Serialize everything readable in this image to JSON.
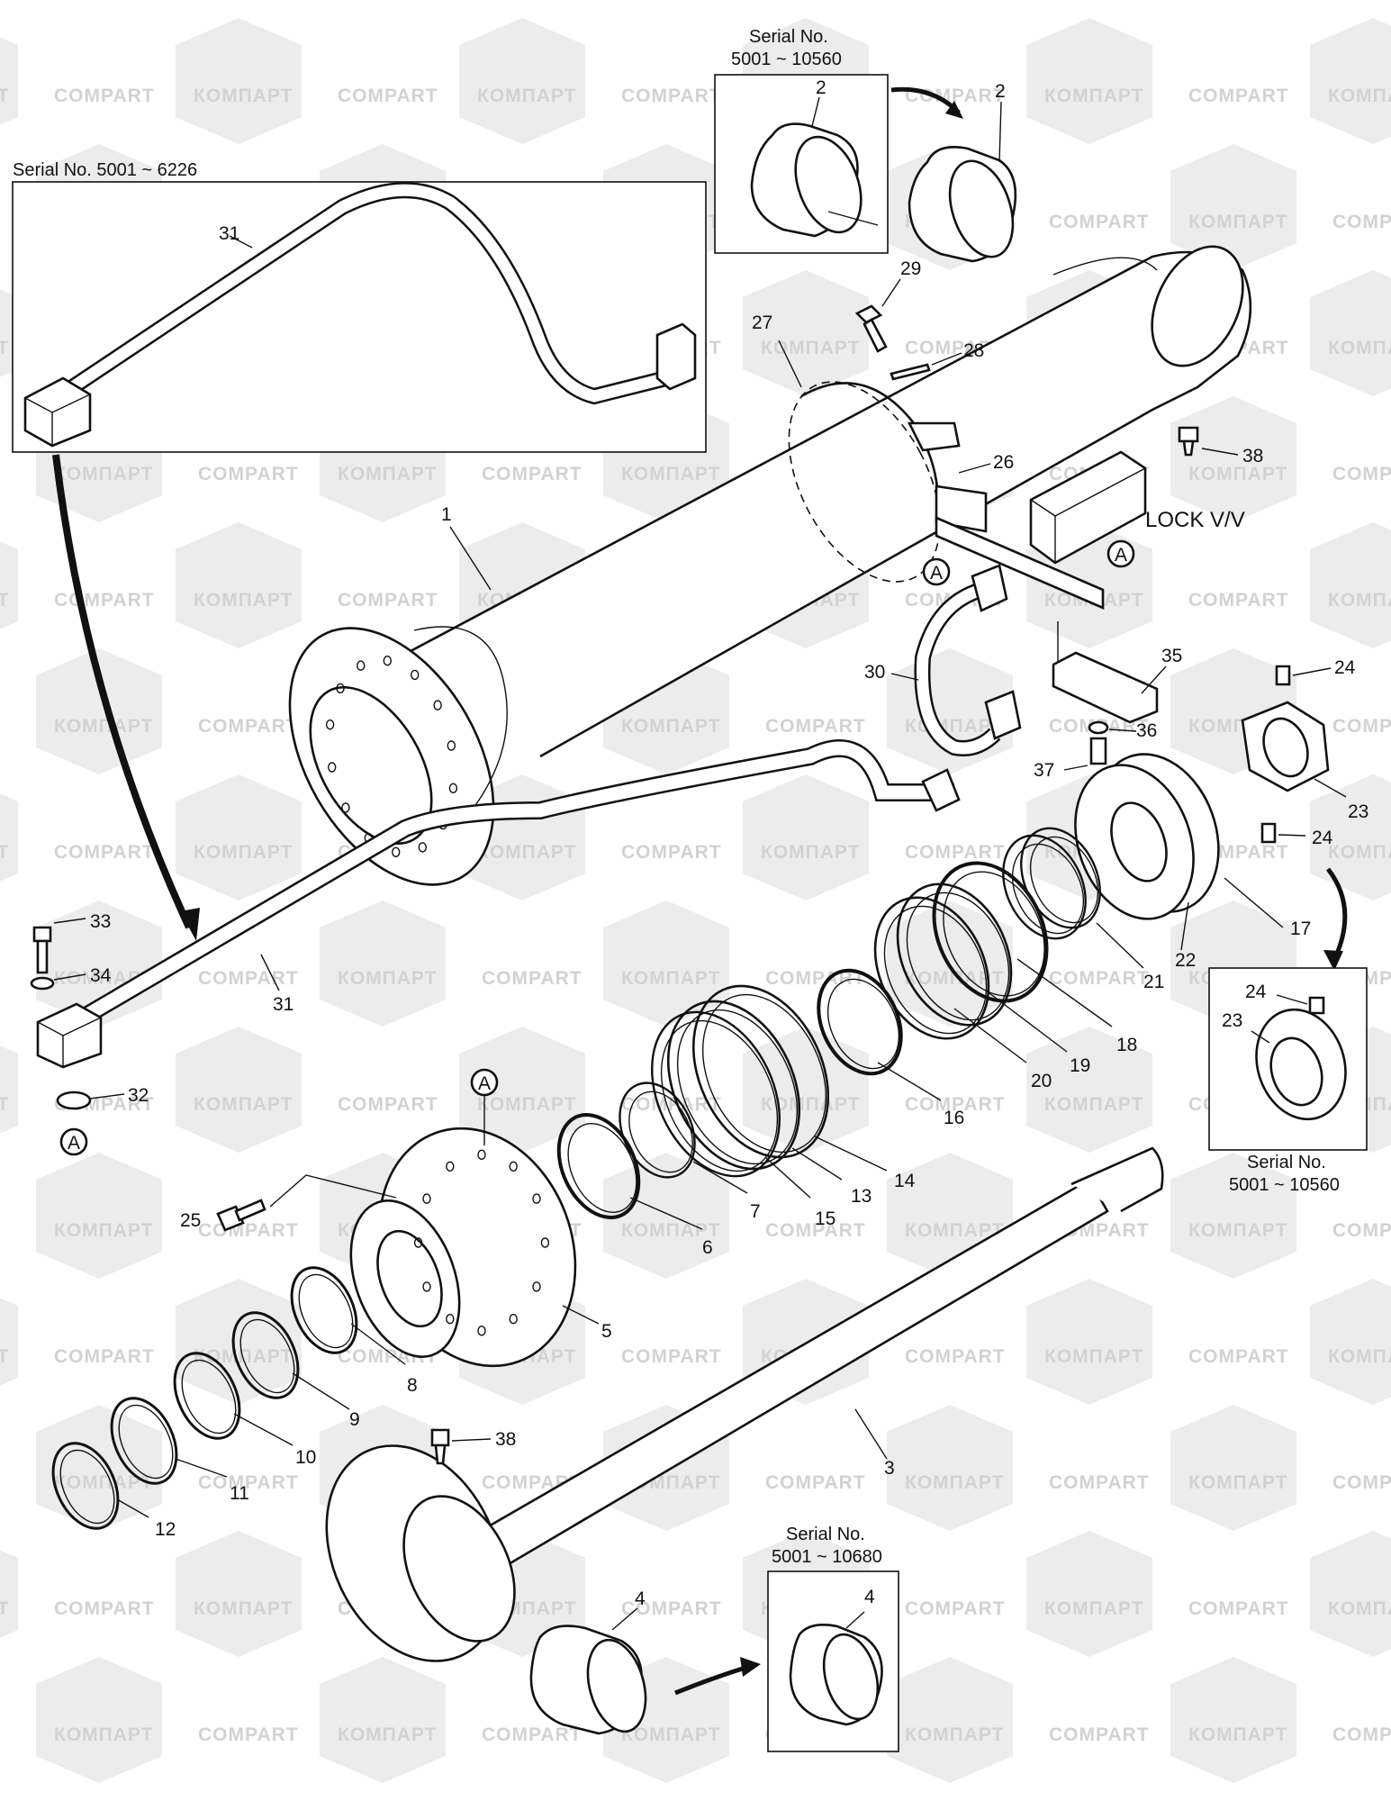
{
  "watermark": {
    "cyrillic": "КОМПАРТ",
    "latin": "COMPART"
  },
  "insets": [
    {
      "id": "inset-pipe",
      "caption": "Serial No. 5001 ~ 6226"
    },
    {
      "id": "inset-bushing-top",
      "caption_line1": "Serial No.",
      "caption_line2": "5001 ~ 10560"
    },
    {
      "id": "inset-nut",
      "caption_line1": "Serial No.",
      "caption_line2": "5001 ~ 10560"
    },
    {
      "id": "inset-bushing-bottom",
      "caption_line1": "Serial No.",
      "caption_line2": "5001 ~ 10680"
    }
  ],
  "lock_valve_label": "LOCK V/V",
  "connection_marker": "A",
  "part_labels": {
    "p1": "1",
    "p2a": "2",
    "p2b": "2",
    "p3": "3",
    "p4a": "4",
    "p4b": "4",
    "p5": "5",
    "p6": "6",
    "p7": "7",
    "p8": "8",
    "p9": "9",
    "p10": "10",
    "p11": "11",
    "p12": "12",
    "p13": "13",
    "p14": "14",
    "p15": "15",
    "p16": "16",
    "p17": "17",
    "p18": "18",
    "p19": "19",
    "p20": "20",
    "p21": "21",
    "p22": "22",
    "p23a": "23",
    "p23b": "23",
    "p24a": "24",
    "p24b": "24",
    "p24c": "24",
    "p25": "25",
    "p26": "26",
    "p27": "27",
    "p28": "28",
    "p29": "29",
    "p30": "30",
    "p31a": "31",
    "p31b": "31",
    "p32": "32",
    "p33": "33",
    "p34": "34",
    "p35": "35",
    "p36": "36",
    "p37": "37",
    "p38a": "38",
    "p38b": "38"
  }
}
